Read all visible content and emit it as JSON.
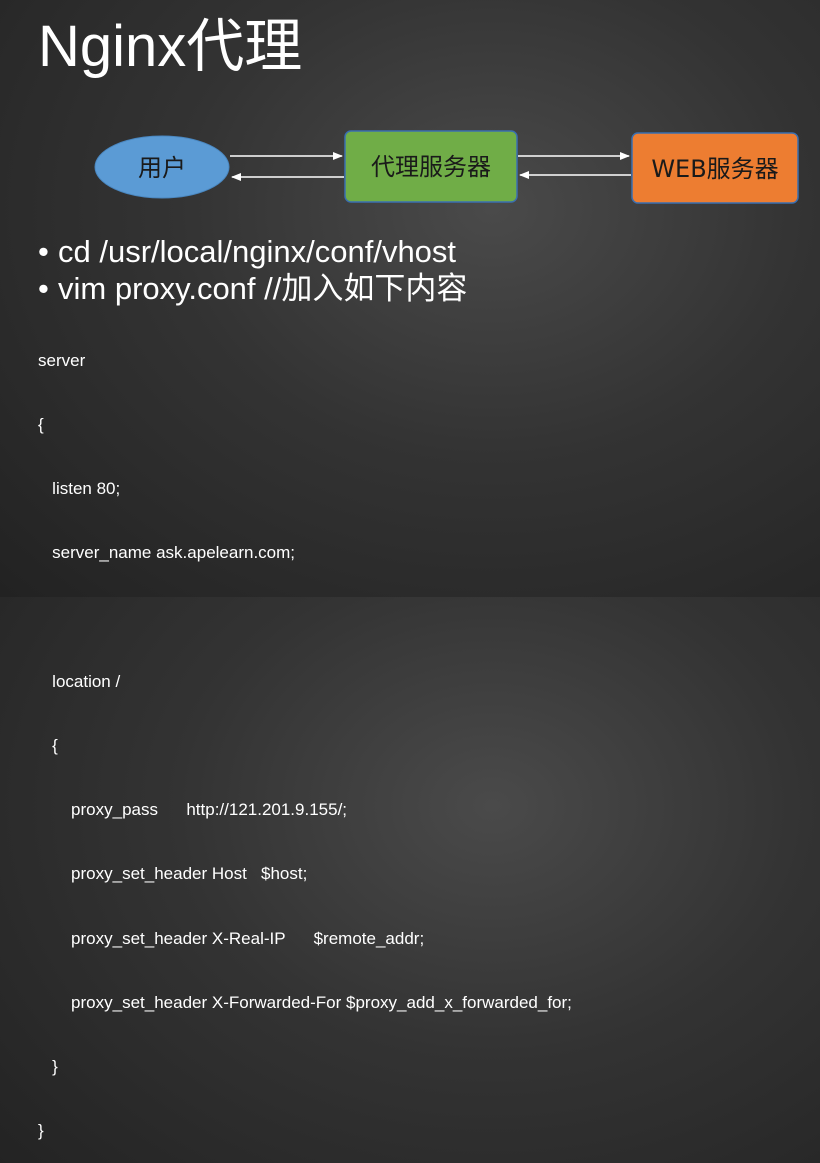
{
  "title": "Nginx代理",
  "diagram": {
    "nodes": [
      {
        "id": "user",
        "label": "用户",
        "shape": "ellipse",
        "fill": "#5b9bd5"
      },
      {
        "id": "proxy",
        "label": "代理服务器",
        "shape": "rounded-rect",
        "fill": "#70ad47"
      },
      {
        "id": "web",
        "label": "WEB服务器",
        "shape": "rounded-rect",
        "fill": "#ed7d31"
      }
    ],
    "edges": [
      {
        "from": "user",
        "to": "proxy"
      },
      {
        "from": "proxy",
        "to": "user"
      },
      {
        "from": "proxy",
        "to": "web"
      },
      {
        "from": "web",
        "to": "proxy"
      }
    ]
  },
  "bullets": [
    "cd /usr/local/nginx/conf/vhost",
    "vim proxy.conf //加入如下内容"
  ],
  "code_lines": [
    "server",
    "{",
    "   listen 80;",
    "   server_name ask.apelearn.com;",
    "",
    "   location /",
    "   {",
    "       proxy_pass      http://121.201.9.155/;",
    "       proxy_set_header Host   $host;",
    "       proxy_set_header X-Real-IP      $remote_addr;",
    "       proxy_set_header X-Forwarded-For $proxy_add_x_forwarded_for;",
    "   }",
    "}"
  ]
}
